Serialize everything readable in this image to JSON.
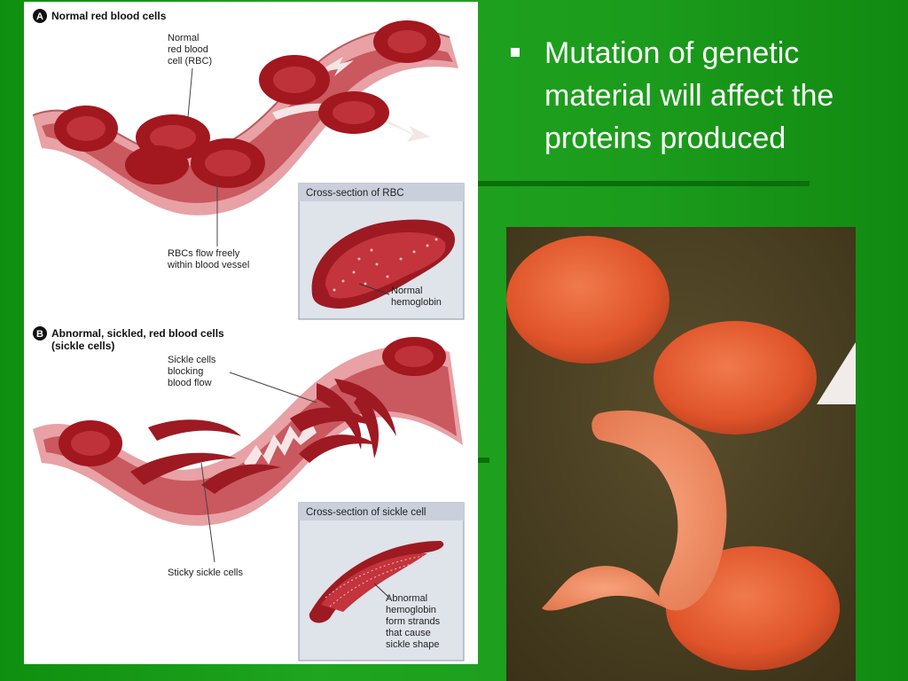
{
  "slide": {
    "bullet_text": "Mutation of genetic material will affect the proteins produced"
  },
  "diagram": {
    "section_a": {
      "letter": "A",
      "title": "Normal red blood cells",
      "label_rbc": [
        "Normal",
        "red blood",
        "cell (RBC)"
      ],
      "label_flow": [
        "RBCs flow freely",
        "within blood vessel"
      ],
      "inset_title": "Cross-section of RBC",
      "inset_label": [
        "Normal",
        "hemoglobin"
      ]
    },
    "section_b": {
      "letter": "B",
      "title_line1": "Abnormal, sickled, red blood cells",
      "title_line2": "(sickle cells)",
      "label_blocking": [
        "Sickle cells",
        "blocking",
        "blood flow"
      ],
      "label_sticky": "Sticky sickle cells",
      "inset_title": "Cross-section of sickle cell",
      "inset_label": [
        "Abnormal",
        "hemoglobin",
        "form strands",
        "that cause",
        "sickle shape"
      ]
    }
  },
  "colors": {
    "background": "#1fa51f",
    "vessel": "#e39a9e",
    "vessel_interior": "#c65a60",
    "rbc": "#b5252c",
    "photo_cell": "#e65a2e"
  },
  "icons": {
    "bullet": "square-bullet-icon"
  }
}
